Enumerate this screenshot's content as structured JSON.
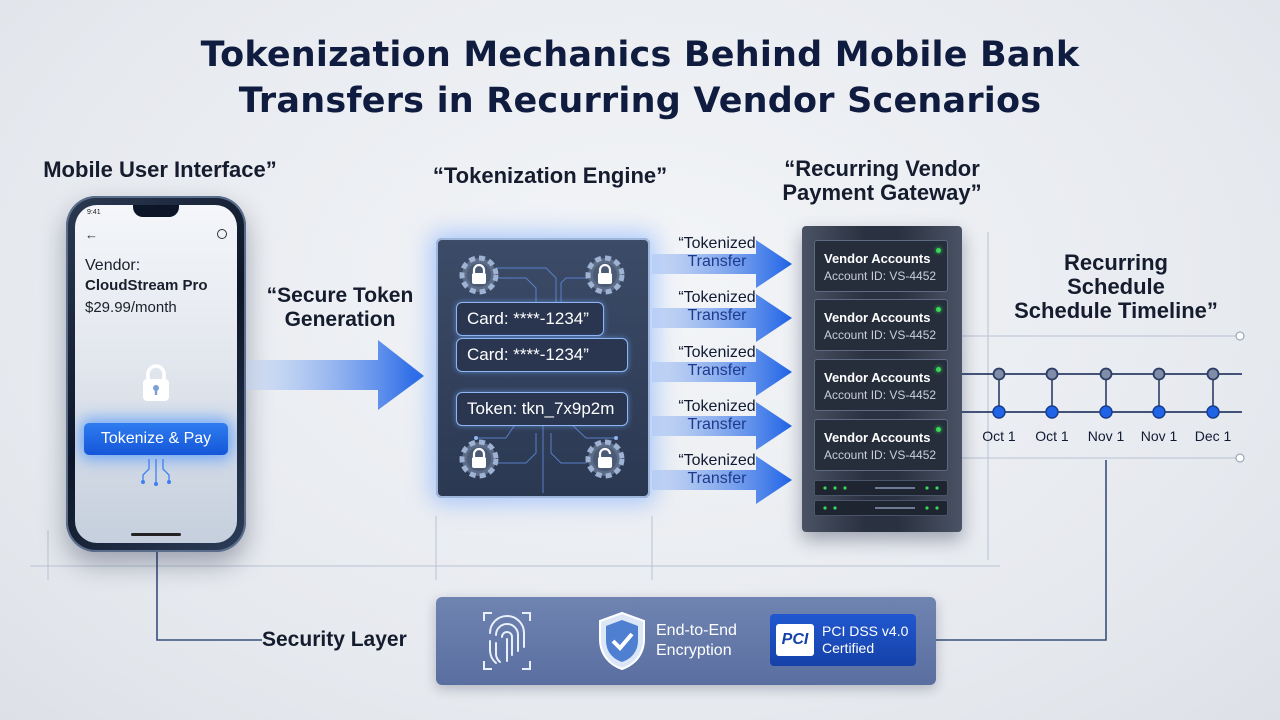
{
  "title": {
    "line1": "Tokenization Mechanics Behind Mobile Bank",
    "line2": "Transfers in Recurring Vendor Scenarios"
  },
  "labels": {
    "mobile": "Mobile User Interface”",
    "engine": "“Tokenization Engine”",
    "gateway_line1": "“Recurring Vendor",
    "gateway_line2": "Payment Gateway”",
    "timeline_line1": "Recurring",
    "timeline_line2": "Schedule",
    "timeline_line3": "Schedule Timeline”",
    "secure_line1": "“Secure Token",
    "secure_line2": "Generation",
    "security": "Security Layer"
  },
  "phone": {
    "time": "9:41",
    "vendor_label": "Vendor:",
    "vendor_name": "CloudStream Pro",
    "price": "$29.99/month",
    "button": "Tokenize & Pay"
  },
  "engine": {
    "card1": "Card: ****-1234”",
    "card2": "Card: ****-1234”",
    "token": "Token: tkn_7x9p2m"
  },
  "transfer_arrows": [
    {
      "line1": "“Tokenized",
      "line2": "Transfer"
    },
    {
      "line1": "“Tokenized",
      "line2": "Transfer"
    },
    {
      "line1": "“Tokenized",
      "line2": "Transfer"
    },
    {
      "line1": "“Tokenized",
      "line2": "Transfer"
    },
    {
      "line1": "“Tokenized",
      "line2": "Transfer"
    }
  ],
  "vendor_accounts": [
    {
      "title": "Vendor Accounts",
      "id": "Account ID: VS-4452"
    },
    {
      "title": "Vendor Accounts",
      "id": "Account ID: VS-4452"
    },
    {
      "title": "Vendor Accounts",
      "id": "Account ID: VS-4452"
    },
    {
      "title": "Vendor Accounts",
      "id": "Account ID: VS-4452"
    }
  ],
  "timeline_dates": [
    "Oct 1",
    "Oct 1",
    "Nov 1",
    "Nov 1",
    "Dec 1"
  ],
  "security": {
    "encryption_line1": "End-to-End",
    "encryption_line2": "Encryption",
    "pci_logo": "PCI",
    "pci_line1": "PCI DSS v4.0",
    "pci_line2": "Certified"
  },
  "colors": {
    "accent_blue": "#1f63e6",
    "navy": "#0f1c3f",
    "status_green": "#37d957"
  }
}
